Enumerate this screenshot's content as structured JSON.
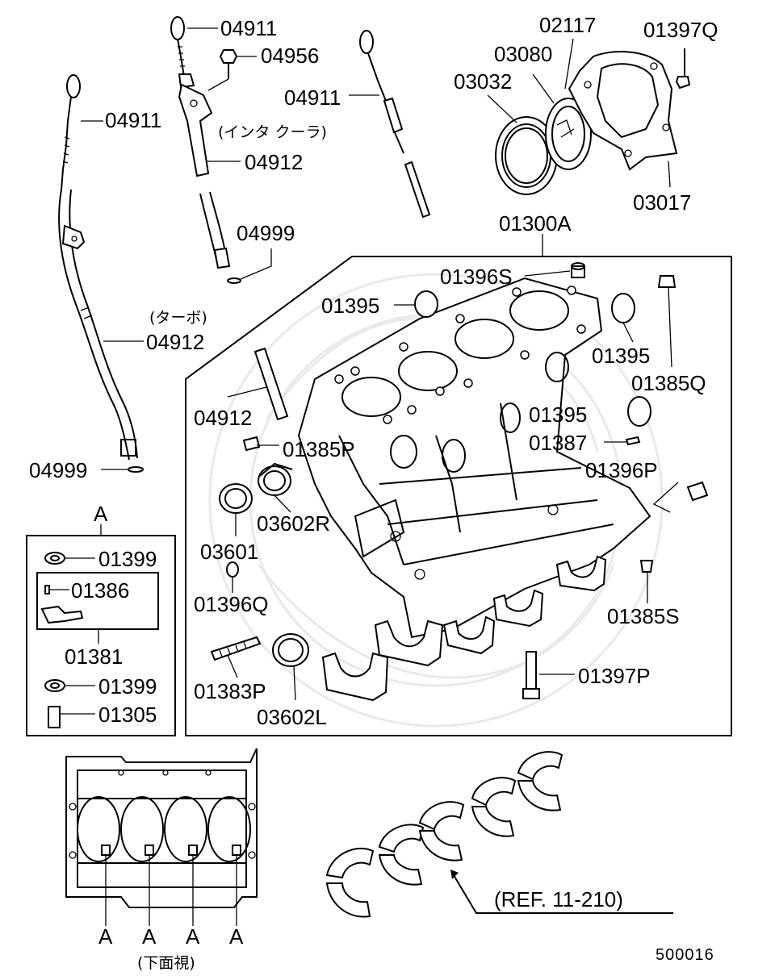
{
  "diagram": {
    "labels": {
      "dipstick_left_top": "04911",
      "bolt_04956": "04956",
      "interc_note": "(インタ クーラ)",
      "tube_04912_mid": "04912",
      "dipstick_mid": "04911",
      "oring_04999_mid": "04999",
      "dipstick_left": "04911",
      "turbo_note": "(ターボ)",
      "tube_04912_left": "04912",
      "oring_04999_left": "04999",
      "seal_02117": "02117",
      "bolt_01397q": "01397Q",
      "seal_03080": "03080",
      "seal_03032": "03032",
      "case_03017": "03017",
      "block_01300a": "01300A",
      "plug_01396s": "01396S",
      "plug_01395_a": "01395",
      "plug_01395_b": "01395",
      "plug_01385q": "01385Q",
      "tube_04912_block": "04912",
      "plug_01395_c": "01395",
      "plug_01385p": "01385P",
      "pin_01387": "01387",
      "plug_01396p": "01396P",
      "bushing_03602r": "03602R",
      "bushing_03601": "03601",
      "plug_01396q": "01396Q",
      "plug_01385s": "01385S",
      "stud_01383p": "01383P",
      "bushing_03602l": "03602L",
      "bolt_01397p": "01397P",
      "detail_letter": "A",
      "washer_01399_top": "01399",
      "valve_01386": "01386",
      "assy_01381": "01381",
      "washer_01399_bottom": "01399",
      "bolt_01305": "01305",
      "bottom_marker_1": "A",
      "bottom_marker_2": "A",
      "bottom_marker_3": "A",
      "bottom_marker_4": "A",
      "bottom_view_note": "(下面視)",
      "ref_note": "(REF. 11-210)",
      "drawing_number": "500016"
    }
  }
}
